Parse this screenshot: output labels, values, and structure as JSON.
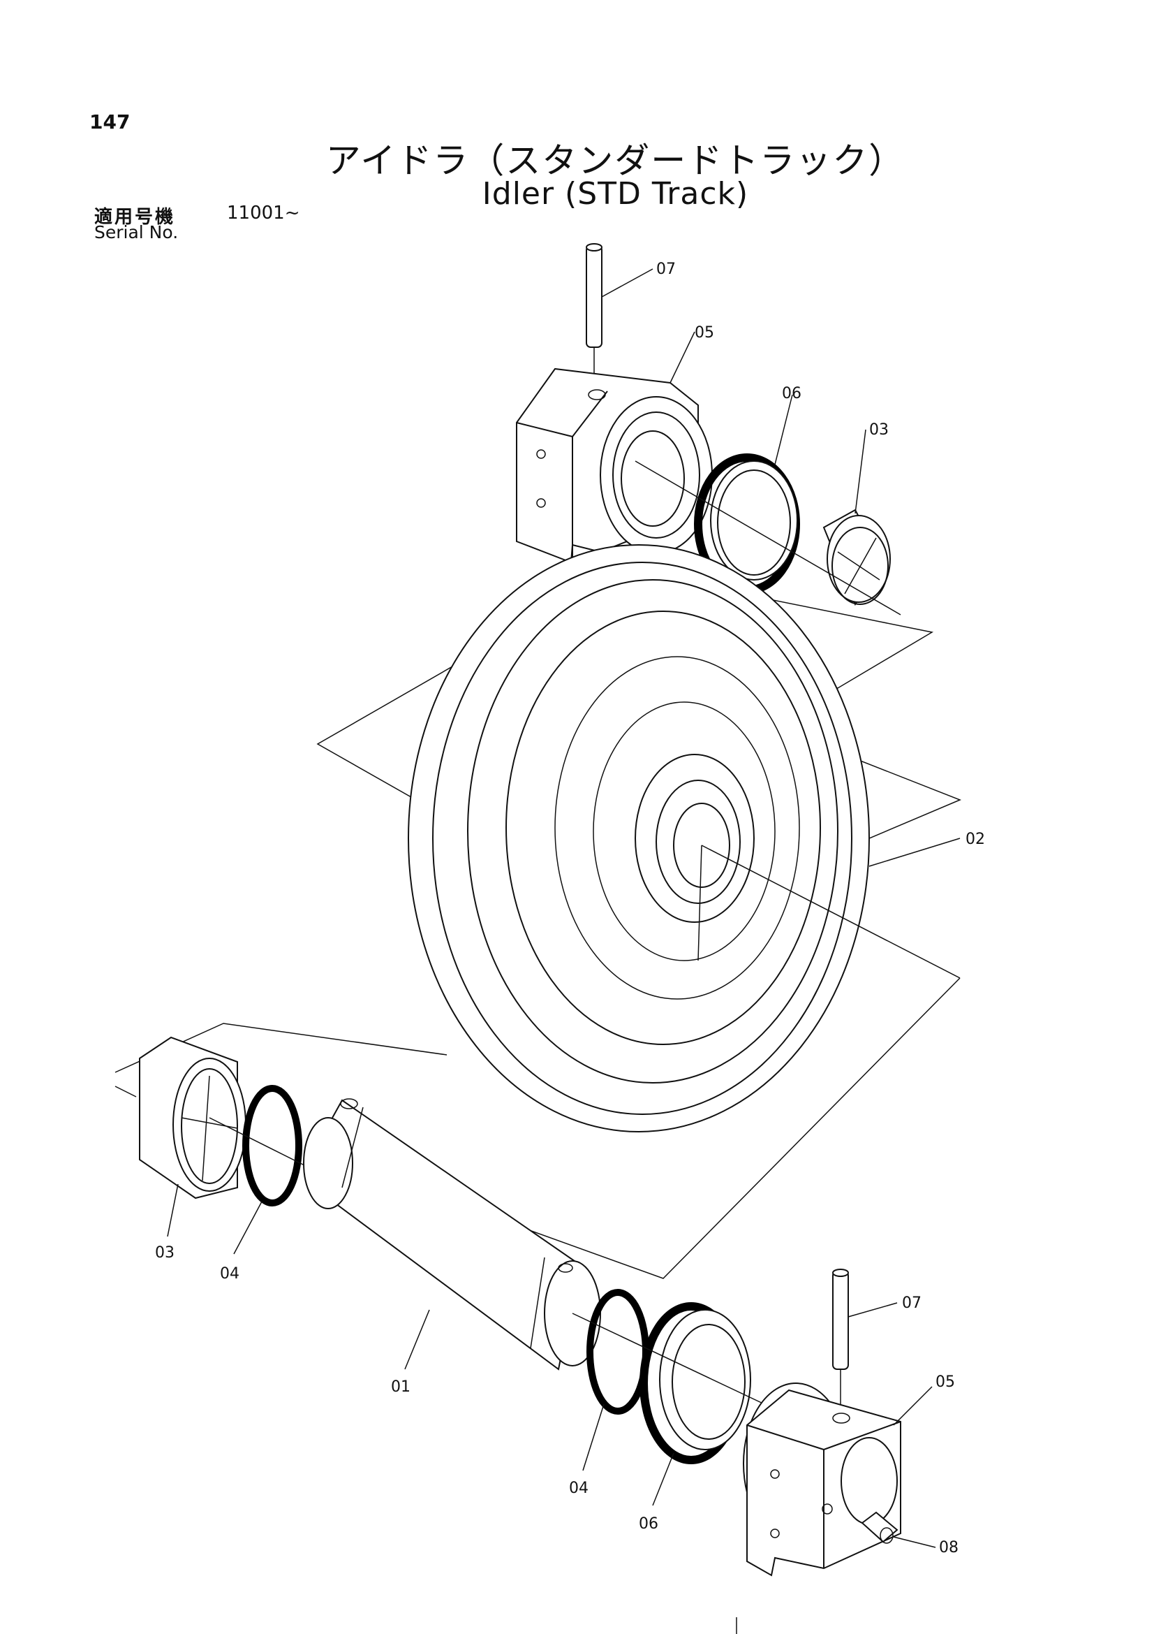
{
  "page_number": "147",
  "title_jp": "アイドラ（スタンダードトラック）",
  "title_en": "Idler (STD Track)",
  "serial_label_jp": "適用号機",
  "serial_range": "11001~",
  "serial_label_en": "Serial No.",
  "callouts": {
    "c01": "01",
    "c02": "02",
    "c03_top": "03",
    "c03_left": "03",
    "c04_left": "04",
    "c04_bottom": "04",
    "c05_top": "05",
    "c05_bottom": "05",
    "c06_top": "06",
    "c06_bottom": "06",
    "c07_top": "07",
    "c07_bottom": "07",
    "c08": "08"
  }
}
